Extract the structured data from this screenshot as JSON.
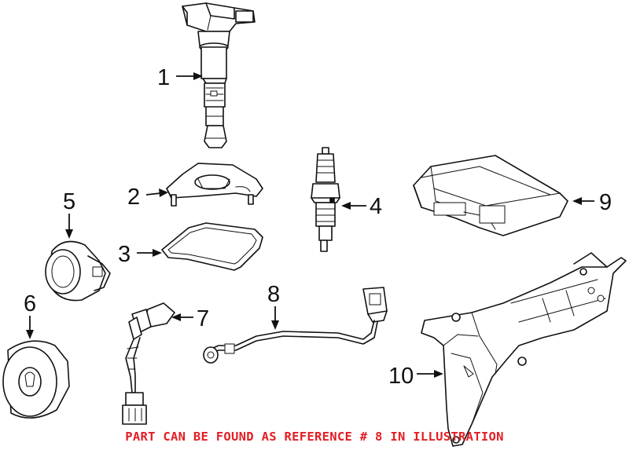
{
  "callouts": {
    "c1": "1",
    "c2": "2",
    "c3": "3",
    "c4": "4",
    "c5": "5",
    "c6": "6",
    "c7": "7",
    "c8": "8",
    "c9": "9",
    "c10": "10"
  },
  "notice": {
    "text": "PART CAN BE FOUND AS REFERENCE # 8 IN ILLUSTRATION",
    "color": "#e31e24"
  }
}
